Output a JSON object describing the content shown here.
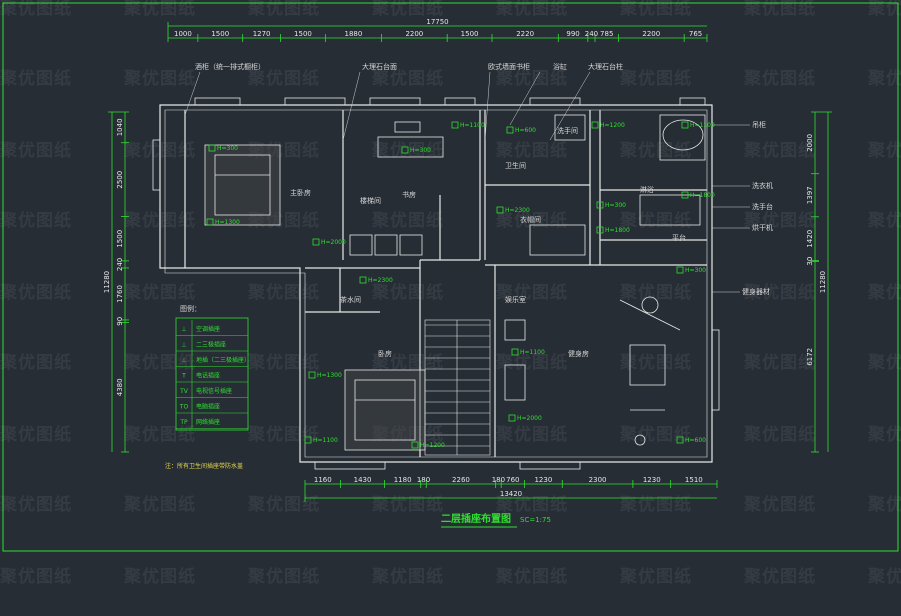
{
  "drawing": {
    "title": "二层插座布置图",
    "scale": "SC=1:75",
    "watermark": "聚优图纸",
    "note": "注：所有卫生间插座带防水盖"
  },
  "dimensions": {
    "top_total": "17750",
    "top_segments": [
      "1000",
      "1500",
      "1270",
      "1500",
      "1880",
      "2200",
      "1500",
      "2220",
      "990",
      "240",
      "785",
      "2200",
      "765"
    ],
    "bottom_total": "13420",
    "bottom_segments": [
      "1160",
      "1430",
      "1180",
      "180",
      "2260",
      "180",
      "760",
      "1230",
      "2300",
      "1230",
      "1510"
    ],
    "left_total": "11280",
    "left_segments": [
      "1040",
      "2500",
      "1500",
      "240",
      "1760",
      "90",
      "4380"
    ],
    "right_total": "11280",
    "right_segments": [
      "2000",
      "1397",
      "1420",
      "30",
      "6172"
    ]
  },
  "rooms": {
    "master_bedroom": "主卧房",
    "study": "书房",
    "dressing_room": "衣帽间",
    "bathroom": "卫生间",
    "terrace": "平台",
    "bedroom": "卧房",
    "tea_room": "茶水间",
    "fitness": "健身房",
    "washroom": "洗手间",
    "entertainment": "娱乐室",
    "stair_label": "楼梯间",
    "shower": "淋浴"
  },
  "annotations": {
    "a1": "酒柜（统一排式橱柜）",
    "a2": "大理石台面",
    "a3": "欧式墙面书柜",
    "a4": "浴缸",
    "a5": "大理石台柱",
    "r1": "吊柜",
    "r2": "洗衣机",
    "r3": "洗手台",
    "r4": "烘干机",
    "r5": "健身器材"
  },
  "socket_codes": [
    "H=300",
    "H=1100",
    "H=1300",
    "H=2000",
    "H=600",
    "H=1200",
    "H=1100",
    "H=2300",
    "H=300",
    "H=1800"
  ],
  "legend": {
    "title": "图例：",
    "items": [
      {
        "symbol": "⊥",
        "label": "空调插座"
      },
      {
        "symbol": "⊥",
        "label": "二三极插座"
      },
      {
        "symbol": "⊥",
        "label": "地插（二三极插座）"
      },
      {
        "symbol": "T",
        "label": "电话插座"
      },
      {
        "symbol": "TV",
        "label": "电视信号插座"
      },
      {
        "symbol": "TO",
        "label": "电脑插座"
      },
      {
        "symbol": "TP",
        "label": "网络插座"
      }
    ]
  },
  "colors": {
    "background": "#262d35",
    "wall": "#e8e8e8",
    "dim_line": "#2fe02f",
    "socket": "#2fe02f",
    "title": "#2fe02f",
    "leader": "#d0d0d0"
  }
}
